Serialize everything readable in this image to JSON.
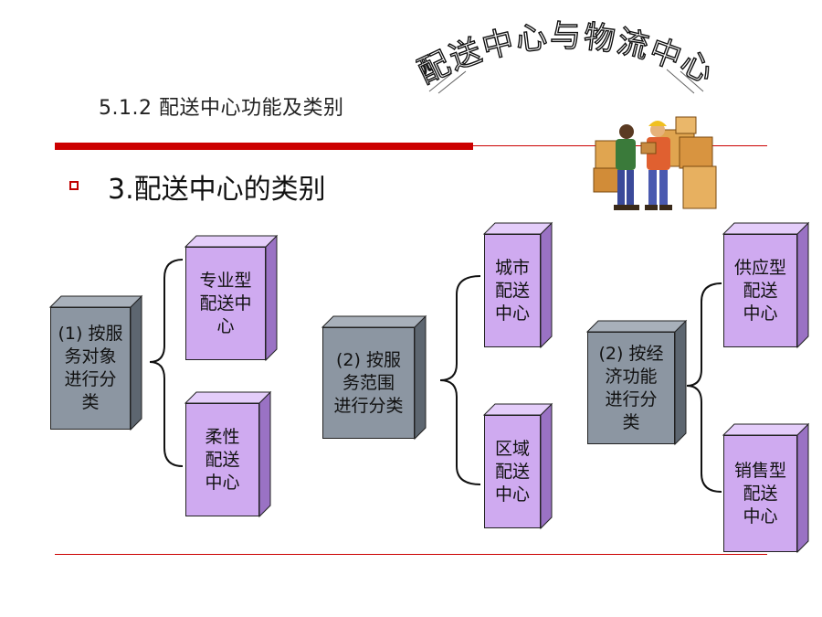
{
  "section_title": "5.1.2 配送中心功能及类别",
  "heading": {
    "number": "3.",
    "text": "配送中心的类别"
  },
  "decor": {
    "arc_title_text": "配送中心与物流中心",
    "illustration": "workers-with-boxes-clipart"
  },
  "groups": [
    {
      "category": "(1) 按服务对象进行分类",
      "category_lines": "(1) 按服\n务对象\n进行分\n类",
      "types": [
        {
          "label": "专业型配送中心",
          "lines": "专业型\n配送中\n心"
        },
        {
          "label": "柔性配送中心",
          "lines": "柔性\n配送\n中心"
        }
      ]
    },
    {
      "category": "(2) 按服务范围进行分类",
      "category_lines": "(2) 按服\n务范围\n进行分类",
      "types": [
        {
          "label": "城市配送中心",
          "lines": "城市\n配送\n中心"
        },
        {
          "label": "区域配送中心",
          "lines": "区域\n配送\n中心"
        }
      ]
    },
    {
      "category": "(2) 按经济功能进行分类",
      "category_lines": "(2) 按经\n济功能\n进行分\n类",
      "types": [
        {
          "label": "供应型配送中心",
          "lines": "供应型\n配送\n中心"
        },
        {
          "label": "销售型配送中心",
          "lines": "销售型\n配送\n中心"
        }
      ]
    }
  ],
  "colors": {
    "accent_red": "#cc0000",
    "category_box": "#8c96a2",
    "type_box": "#cfaaf0"
  }
}
